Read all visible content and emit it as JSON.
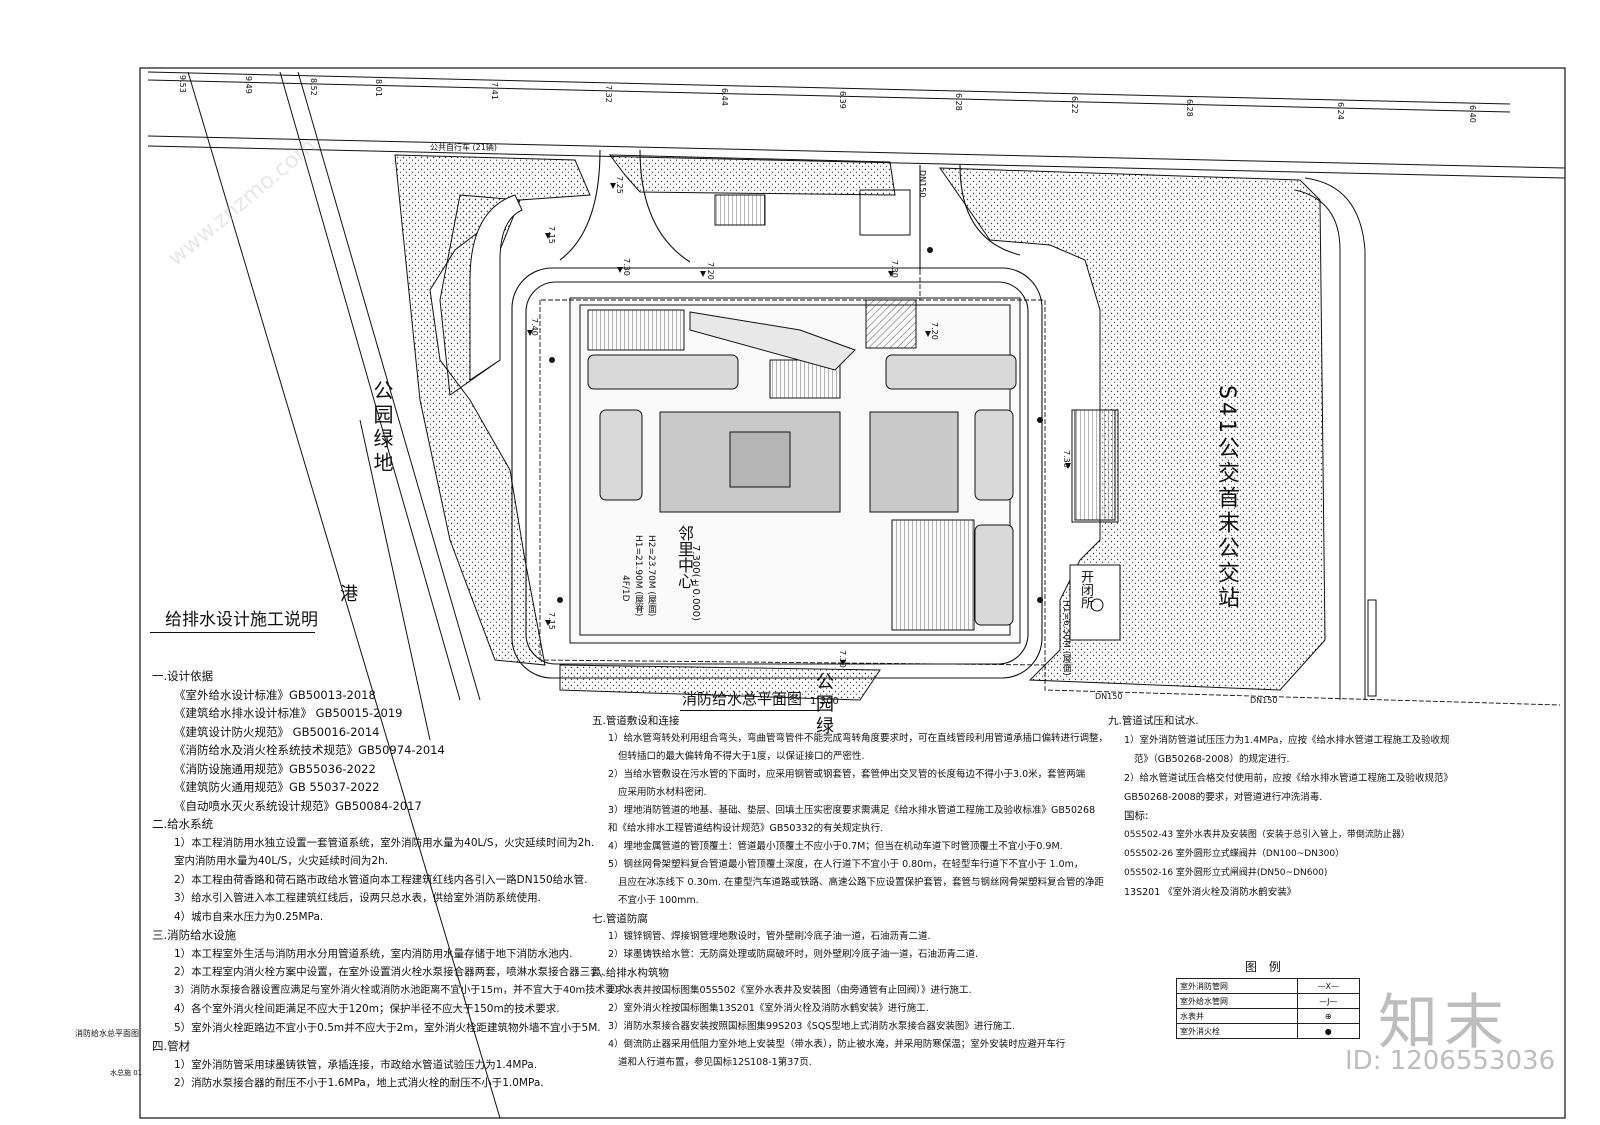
{
  "site": {
    "park_green_left": "公园绿地",
    "park_green_bottom": "公园绿",
    "bus_station": "S41公交首末公交站",
    "harbor": "港",
    "center_name": "邻里中心",
    "center_elev": "7.300(±0.000)",
    "center_height": "H2=23.70M (屋面)",
    "center_h1": "H1=21.90M (屋脊)",
    "floors": "4F/1D",
    "switch_station": "开闭所",
    "switch_elev": "H1=6.50M (屋面)",
    "bike_parking": "公共自行车 (21辆)",
    "road_ticks": [
      "9.53",
      "9.49",
      "8.52",
      "8.01",
      "7.41",
      "7.32",
      "6.44",
      "6.39",
      "6.28",
      "6.22",
      "6.28",
      "6.24",
      "6.40"
    ],
    "elev_marks": [
      "7.25",
      "7.30",
      "7.20",
      "7.30",
      "7.15",
      "7.40",
      "7.20",
      "7.30",
      "7.15",
      "7.30"
    ],
    "pipe_labels": [
      "DN150",
      "DN150",
      "DN150"
    ]
  },
  "plan_title": "消防给水总平面图",
  "plan_scale": "1:300",
  "notes_heading": "给排水设计施工说明",
  "notes": {
    "col1": [
      "一.设计依据",
      "《室外给水设计标准》GB50013-2018",
      "《建筑给水排水设计标准》 GB50015-2019",
      "《建筑设计防火规范》 GB50016-2014",
      "《消防给水及消火栓系统技术规范》GB50974-2014",
      "《消防设施通用规范》GB55036-2022",
      "《建筑防火通用规范》GB 55037-2022",
      "《自动喷水灭火系统设计规范》GB50084-2017",
      "二.给水系统",
      "1）本工程消防用水独立设置一套管道系统，室外消防用水量为40L/S，火灾延续时间为2h.",
      "室内消防用水量为40L/S，火灾延续时间为2h.",
      "2）本工程由荷香路和荷石路市政给水管道向本工程建筑红线内各引入一路DN150给水管.",
      "3）给水引入管进入本工程建筑红线后，设两只总水表，供给室外消防系统使用.",
      "4）城市自来水压力为0.25MPa.",
      "三.消防给水设施",
      "1）本工程室外生活与消防用水分用管道系统，室内消防用水量存储于地下消防水池内.",
      "2）本工程室内消火栓方案中设置，在室外设置消火栓水泵接合器两套，喷淋水泵接合器三套.",
      "3）消防水泵接合器设置应满足与室外消火栓或消防水池距离不宜小于15m，并不宜大于40m技术要求.",
      "4）各个室外消火栓间距满足不应大于120m；保护半径不应大于150m的技术要求.",
      "5）室外消火栓距路边不宜小于0.5m并不应大于2m，室外消火栓距建筑物外墙不宜小于5M.",
      "四.管材",
      "1）室外消防管采用球墨铸铁管，承插连接，市政给水管道试验压力为1.4MPa.",
      "2）消防水泵接合器的耐压不小于1.6MPa，地上式消火栓的耐压不小于1.0MPa."
    ],
    "col2": [
      "五.管道敷设和连接",
      "1）给水管弯转处利用组合弯头，弯曲管弯管件不能完成弯转角度要求时，可在直线管段利用管道承插口偏转进行调整，",
      "但转插口的最大偏转角不得大于1度，以保证接口的严密性.",
      "2）当给水管敷设在污水管的下面时，应采用钢管或钢套管，套管伸出交叉管的长度每边不得小于3.0米，套管两端",
      "应采用防水材料密闭.",
      "3）埋地消防管道的地基、基础、垫层、回填土压实密度要求需满足《给水排水管道工程施工及验收标准》GB50268",
      "和《给水排水工程管道结构设计规范》GB50332的有关规定执行.",
      "4）埋地金属管道的管顶覆土：管道最小顶覆土不应小于0.7M；但当在机动车道下时管顶覆土不宜小于0.9M.",
      "5）钢丝网骨架塑料复合管道最小管顶覆土深度，在人行道下不宜小于 0.80m，在轻型车行道下不宜小于 1.0m，",
      "且应在冰冻线下 0.30m. 在重型汽车道路或铁路、高速公路下应设置保护套管，套管与钢丝网骨架塑料复合管的净距",
      "不宜小于 100mm.",
      "七.管道防腐",
      "1）镀锌钢管、焊接钢管埋地敷设时，管外壁刷冷底子油一道，石油沥青二道.",
      "2）球墨铸铁给水管：无防腐处理或防腐破坏时，则外壁刷冷底子油一道，石油沥青二道.",
      "八.给排水构筑物",
      "1）水表井按国标图集05S502《室外水表井及安装图（由旁通管有止回阀）》进行施工.",
      "2）室外消火栓按国标图集13S201《室外消火栓及消防水鹤安装》进行施工.",
      "3）消防水泵接合器安装按照国标图集99S203《SQS型地上式消防水泵接合器安装图》进行施工.",
      "4）倒流防止器采用低阻力室外地上安装型（带水表），防止被水淹，并采用防寒保温；室外安装时应避开车行",
      "道和人行道布置，参见国标12S108-1第37页."
    ],
    "col3": [
      "九.管道试压和试水.",
      "1）室外消防管道试压压力为1.4MPa，应按《给水排水管道工程施工及验收规",
      "范》（GB50268-2008）的规定进行.",
      "2）给水管道试压合格交付使用前，应按《给水排水管道工程施工及验收规范》",
      "GB50268-2008的要求，对管道进行冲洗消毒.",
      "国标:",
      "05S502-43 室外水表井及安装图（安装于总引入管上，带倒流防止器）",
      "05S502-26 室外圆形立式蝶阀井（DN100~DN300）",
      "05S502-16 室外圆形立式闸阀井(DN50~DN600)",
      "13S201 《室外消火栓及消防水鹤安装》"
    ]
  },
  "legend": {
    "title": "图 例",
    "rows": [
      {
        "name": "室外消防管网",
        "symbol": "—X—"
      },
      {
        "name": "室外给水管网",
        "symbol": "—J—"
      },
      {
        "name": "水表井",
        "symbol": "⊕"
      },
      {
        "name": "室外消火栓",
        "symbol": "●"
      }
    ]
  },
  "left_small": {
    "caption": "消防给水总平面图",
    "code": "水总施 01"
  },
  "watermark": {
    "logo": "知末",
    "id": "ID: 1206553036",
    "site": "www.znzmo.com"
  }
}
